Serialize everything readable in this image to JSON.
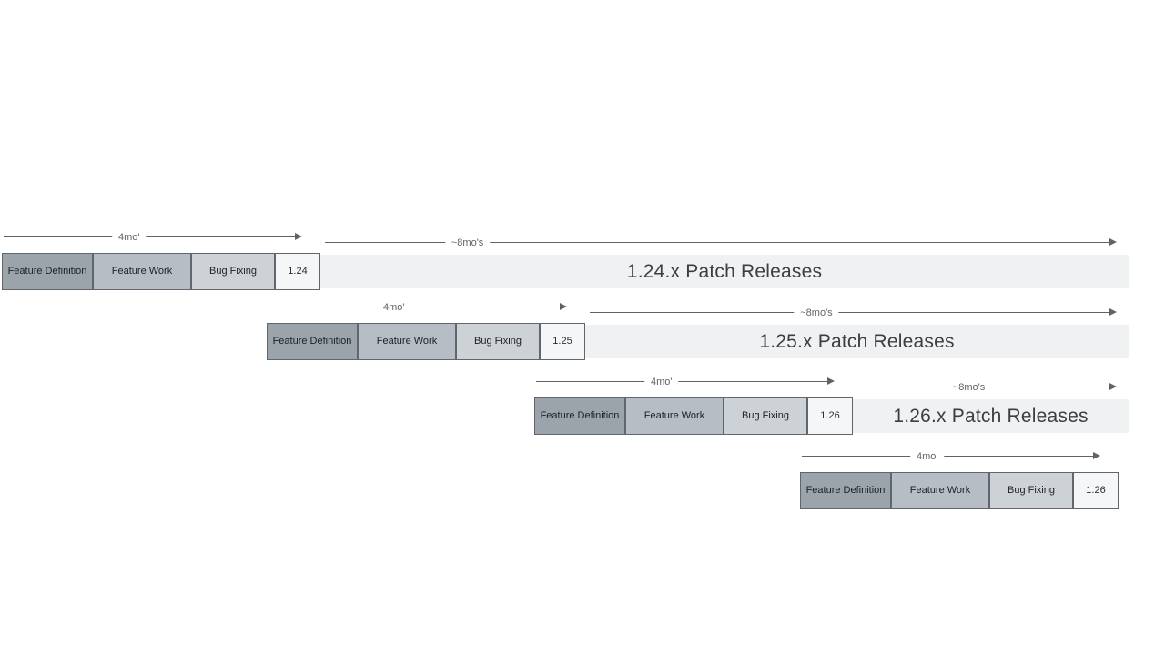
{
  "diagram": {
    "rows": [
      {
        "version": "1.24",
        "phases": [
          "Feature Definition",
          "Feature Work",
          "Bug Fixing"
        ],
        "dev_duration_label": "4mo'",
        "patch_duration_label": "~8mo's",
        "patch_releases_label": "1.24.x Patch Releases"
      },
      {
        "version": "1.25",
        "phases": [
          "Feature Definition",
          "Feature Work",
          "Bug Fixing"
        ],
        "dev_duration_label": "4mo'",
        "patch_duration_label": "~8mo's",
        "patch_releases_label": "1.25.x Patch Releases"
      },
      {
        "version": "1.26",
        "phases": [
          "Feature Definition",
          "Feature Work",
          "Bug Fixing"
        ],
        "dev_duration_label": "4mo'",
        "patch_duration_label": "~8mo's",
        "patch_releases_label": "1.26.x Patch Releases"
      },
      {
        "version": "1.26",
        "phases": [
          "Feature Definition",
          "Feature Work",
          "Bug Fixing"
        ],
        "dev_duration_label": "4mo'",
        "patch_duration_label": null,
        "patch_releases_label": null
      }
    ],
    "colors": {
      "feature_definition": "#9ba3ab",
      "feature_work": "#b7bdc4",
      "bug_fixing": "#cdd2d7",
      "version_box": "#f5f6f8",
      "patch_bar": "#eff1f3",
      "box_border": "#60666c",
      "arrow": "#5f6368",
      "patch_text": "#3a3f44",
      "box_text": "#1d2125",
      "background": "#ffffff"
    }
  }
}
